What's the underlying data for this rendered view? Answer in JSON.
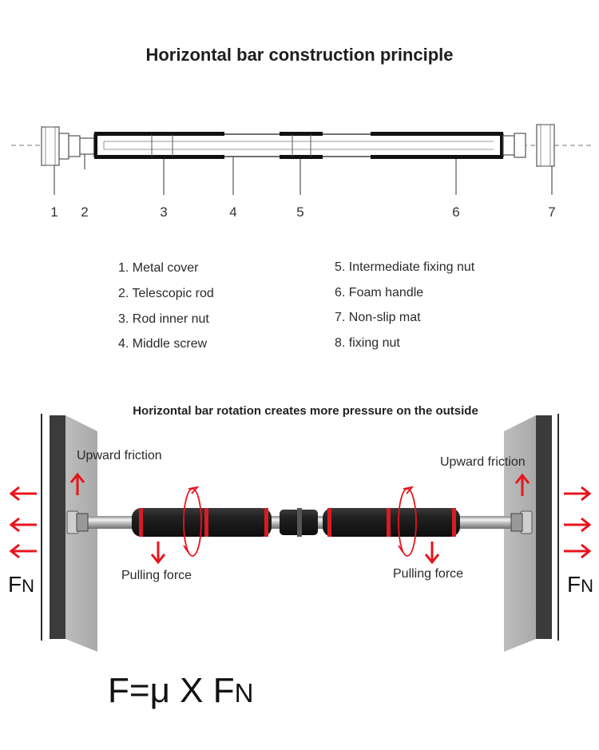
{
  "title": "Horizontal bar construction principle",
  "part_numbers": [
    "1",
    "2",
    "3",
    "4",
    "5",
    "6",
    "7"
  ],
  "legend": {
    "left": [
      "1. Metal cover",
      "2. Telescopic rod",
      "3. Rod inner nut",
      "4. Middle screw"
    ],
    "right": [
      "5. Intermediate fixing nut",
      "6. Foam handle",
      "7. Non-slip mat",
      "8. fixing nut"
    ]
  },
  "rotation_title": "Horizontal bar rotation creates more pressure on the outside",
  "forces": {
    "upward_left": "Upward friction",
    "upward_right": "Upward friction",
    "pulling_left": "Pulling force",
    "pulling_right": "Pulling force"
  },
  "normal_force": {
    "base": "F",
    "sub": "N"
  },
  "formula": {
    "lhs": "F=μ X F",
    "sub": "N"
  },
  "colors": {
    "arrow": "#e8141c",
    "grip_band": "#d81c24",
    "foam": "#1a1a1a",
    "wall": "#b9b9b9",
    "wall_edge": "#3d3d3d"
  }
}
